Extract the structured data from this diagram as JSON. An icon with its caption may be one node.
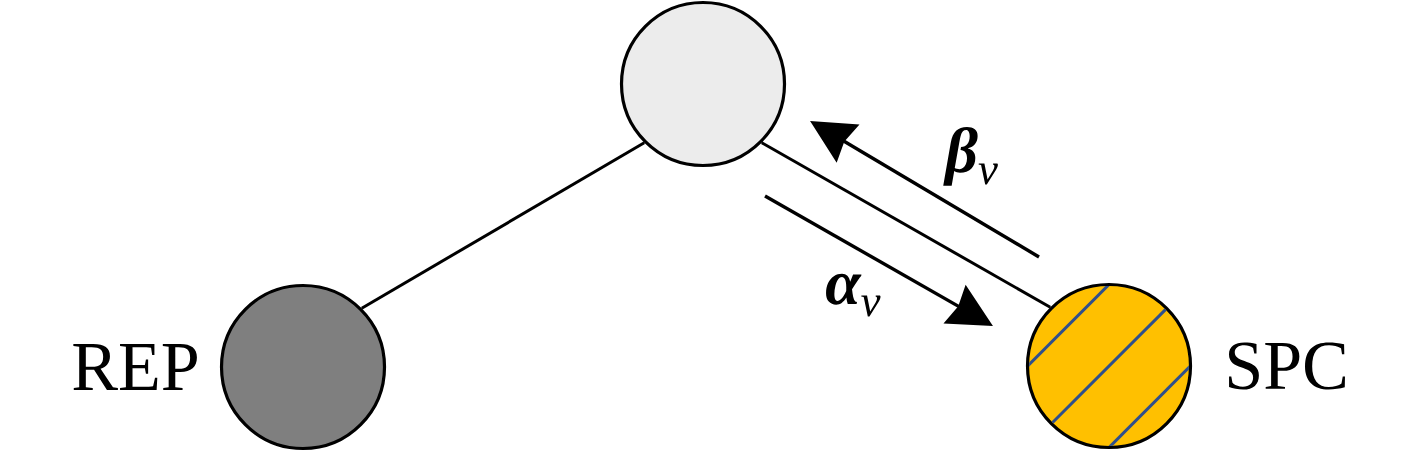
{
  "diagram": {
    "nodes": [
      {
        "text": [],
        "shape": "circle"
      },
      {
        "text": [
          "REP"
        ]
      },
      {
        "text": [
          "SPC"
        ]
      }
    ],
    "edges": [
      {
        "from": 0,
        "to": 1,
        "arrow": "none"
      },
      {
        "from": 0,
        "to": 2,
        "arrow": "none"
      }
    ],
    "labels": [
      "**β**$_{v}$",
      "**α**$_{v}$"
    ]
  }
}
